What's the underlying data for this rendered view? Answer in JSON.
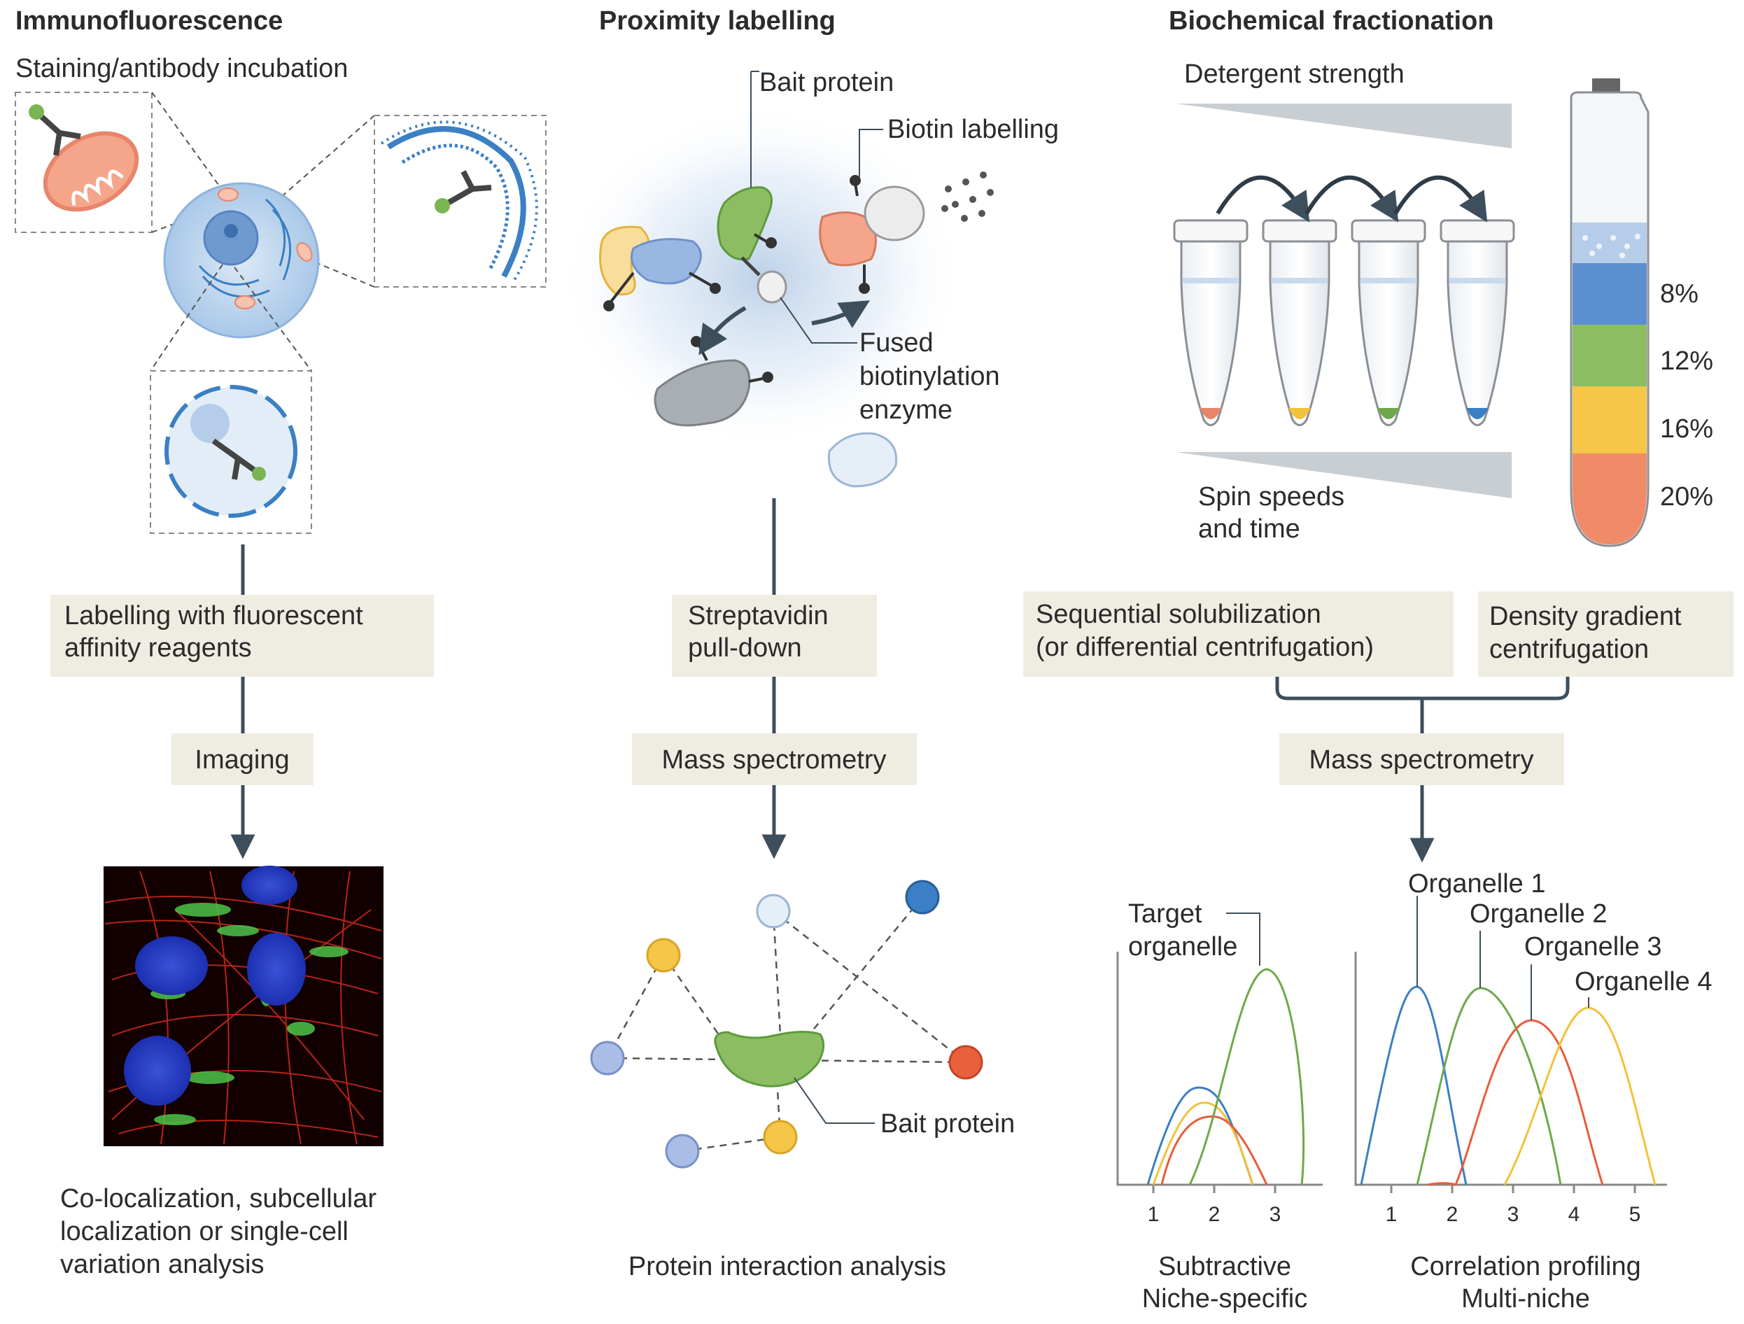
{
  "immunofluorescence": {
    "title": "Immunofluorescence",
    "subtitle": "Staining/antibody incubation",
    "step1": [
      "Labelling with fluorescent",
      "affinity reagents"
    ],
    "step2": "Imaging",
    "result": [
      "Co-localization, subcellular",
      "localization or single-cell",
      "variation analysis"
    ]
  },
  "proximity": {
    "title": "Proximity labelling",
    "bait_label": "Bait protein",
    "biotin_label": "Biotin labelling",
    "enzyme_label": [
      "Fused",
      "biotinylation",
      "enzyme"
    ],
    "step1": [
      "Streptavidin",
      "pull-down"
    ],
    "step2": "Mass spectrometry",
    "network_bait_label": "Bait protein",
    "result": "Protein interaction analysis"
  },
  "biochemical": {
    "title": "Biochemical fractionation",
    "detergent_label": "Detergent strength",
    "spin_label": [
      "Spin speeds",
      "and time"
    ],
    "percentages": [
      "8%",
      "12%",
      "16%",
      "20%"
    ],
    "step1a": [
      "Sequential solubilization",
      "(or differential centrifugation)"
    ],
    "step1b": [
      "Density gradient",
      "centrifugation"
    ],
    "step2": "Mass spectrometry",
    "target_label": [
      "Target",
      "organelle"
    ],
    "organelle_labels": [
      "Organelle 1",
      "Organelle 2",
      "Organelle 3",
      "Organelle 4"
    ],
    "plot1_ticks": [
      "1",
      "2",
      "3"
    ],
    "plot2_ticks": [
      "1",
      "2",
      "3",
      "4",
      "5"
    ],
    "plot1_caption": [
      "Subtractive",
      "Niche-specific"
    ],
    "plot2_caption": [
      "Correlation profiling",
      "Multi-niche"
    ]
  },
  "colors": {
    "box_fill": "#efece2",
    "line": "#3d4e5c",
    "blue": "#3b7fc4",
    "green": "#6fa84a",
    "orange": "#e8856a",
    "yellow": "#f2c23a"
  }
}
